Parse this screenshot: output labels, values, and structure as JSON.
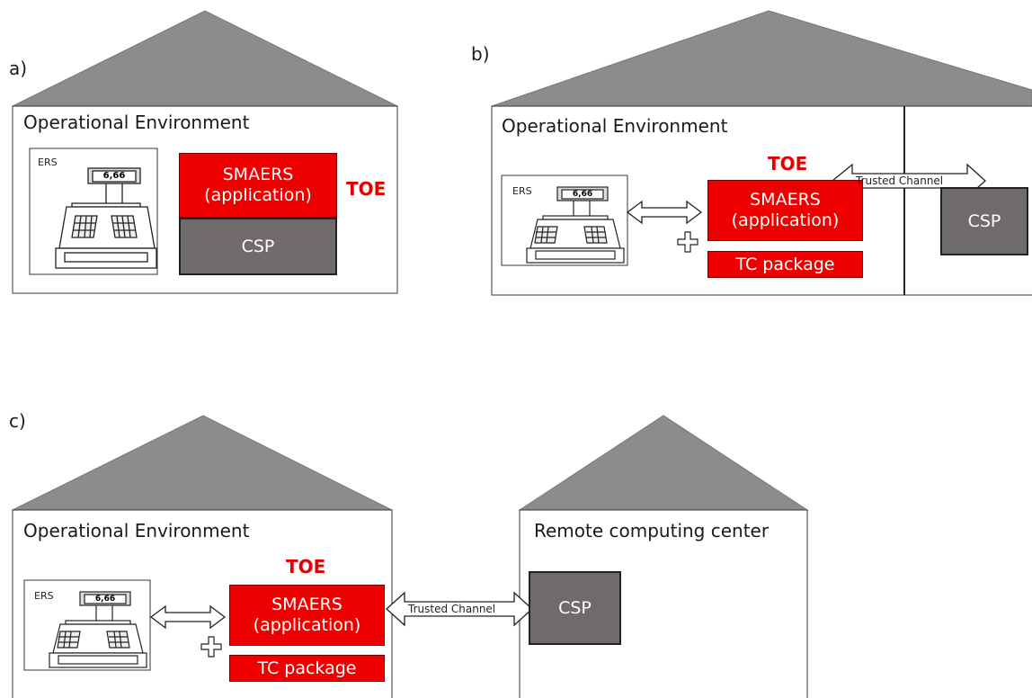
{
  "panels": {
    "a": {
      "label": "a)",
      "env_title": "Operational Environment",
      "ers_label": "ERS",
      "display_value": "6,66",
      "toe_box": "SMAERS\n(application)",
      "csp_box": "CSP",
      "toe_label": "TOE"
    },
    "b": {
      "label": "b)",
      "env_title": "Operational Environment",
      "ers_label": "ERS",
      "display_value": "6,66",
      "toe_label": "TOE",
      "toe_box": "SMAERS\n(application)",
      "tc_package": "TC package",
      "channel_label": "Trusted Channel",
      "csp_box": "CSP"
    },
    "c": {
      "label": "c)",
      "env_title": "Operational Environment",
      "remote_title": "Remote computing center",
      "ers_label": "ERS",
      "display_value": "6,66",
      "toe_label": "TOE",
      "toe_box": "SMAERS\n(application)",
      "tc_package": "TC package",
      "channel_label": "Trusted Channel",
      "csp_box": "CSP"
    }
  },
  "colors": {
    "roof": "#8c8c8c",
    "toe_red": "#ee0000",
    "csp_grey": "#6f6b6b"
  }
}
